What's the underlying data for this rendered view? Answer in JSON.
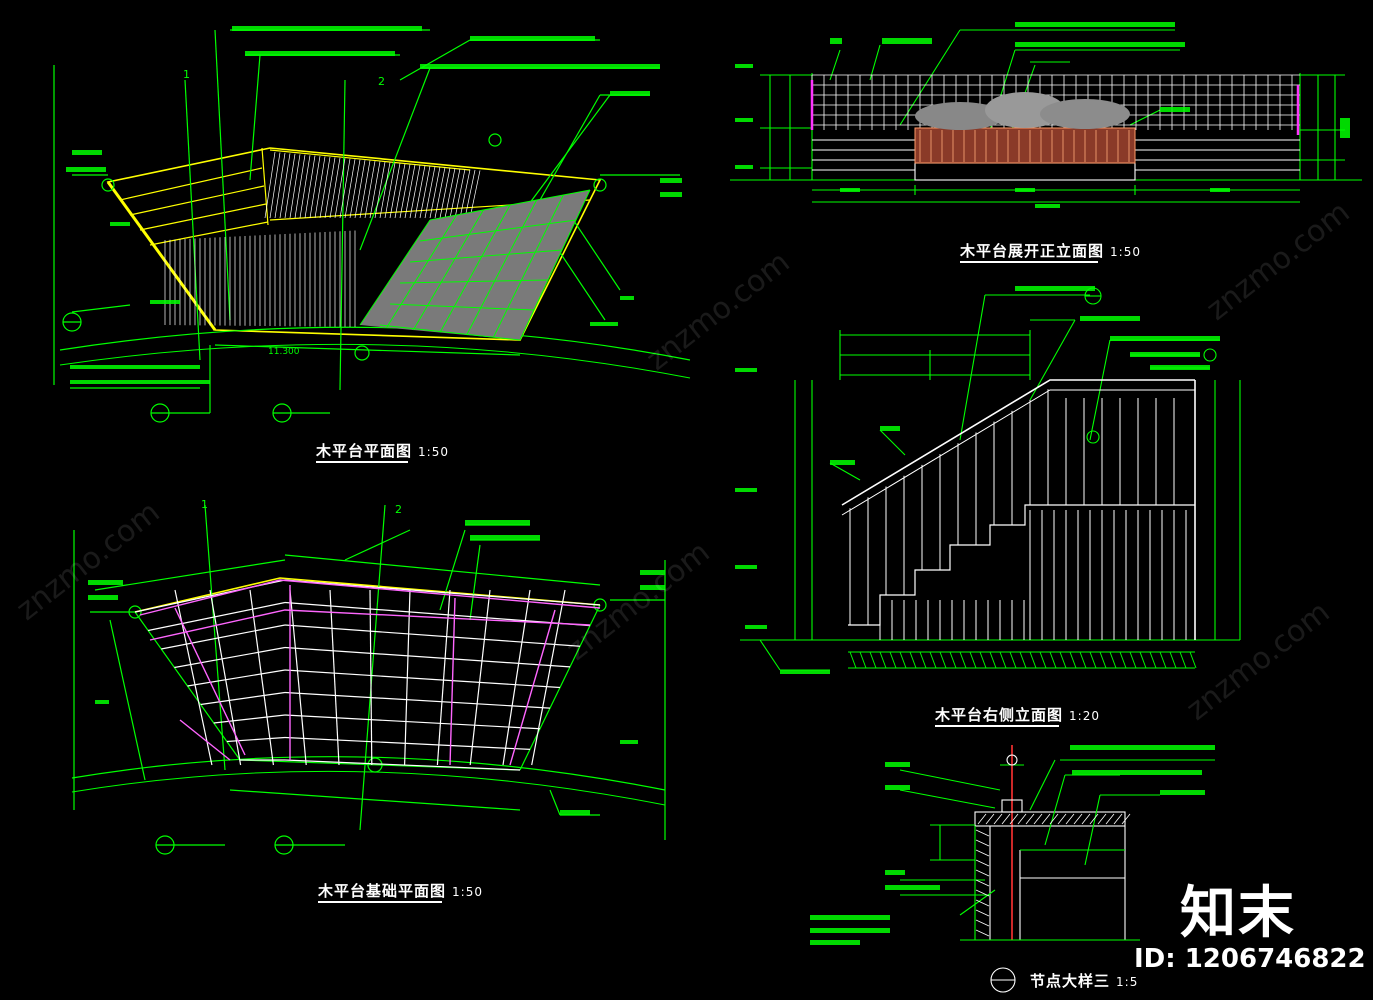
{
  "drawing": {
    "titles": {
      "plan": "木平台平面图",
      "plan_scale": "1:50",
      "foundation": "木平台基础平面图",
      "foundation_scale": "1:50",
      "front_elevation": "木平台展开正立面图",
      "front_elevation_scale": "1:50",
      "side_elevation": "木平台右侧立面图",
      "side_elevation_scale": "1:20",
      "detail": "节点大样三",
      "detail_scale": "1:5"
    },
    "section_markers": [
      "1",
      "2",
      "1",
      "2"
    ],
    "plan_dimension": "11.300",
    "colors": {
      "background": "#000000",
      "lines": "#00ff00",
      "accent": "#ffff00",
      "grid": "#ff66ff",
      "text": "#ffffff"
    }
  },
  "brand": {
    "logo_text": "知末",
    "image_id": "ID: 1206746822",
    "watermark": "znzmo.com"
  }
}
